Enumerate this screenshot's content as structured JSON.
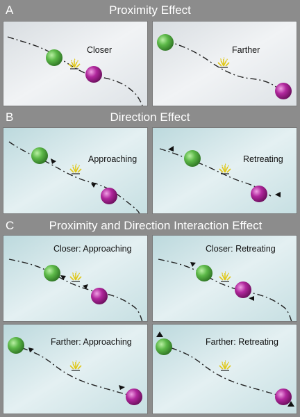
{
  "colors": {
    "header_band": "#8c8c8c",
    "panel_gray": "#e6eaed",
    "panel_teal": "#d5e8ea",
    "green_sphere": "#5cb848",
    "magenta_sphere": "#b0279c",
    "spark": "#e6d020"
  },
  "sections": {
    "a": {
      "letter": "A",
      "title": "Proximity Effect"
    },
    "b": {
      "letter": "B",
      "title": "Direction Effect"
    },
    "c": {
      "letter": "C",
      "title": "Proximity and Direction Interaction Effect"
    }
  },
  "panels": {
    "a1": {
      "label": "Closer"
    },
    "a2": {
      "label": "Farther"
    },
    "b1": {
      "label": "Approaching"
    },
    "b2": {
      "label": "Retreating"
    },
    "c1": {
      "label": "Closer: Approaching"
    },
    "c2": {
      "label": "Closer: Retreating"
    },
    "c3": {
      "label": "Farther: Approaching"
    },
    "c4": {
      "label": "Farther: Retreating"
    }
  },
  "icons": [
    "green-sphere-icon",
    "magenta-sphere-icon",
    "spark-icon",
    "arrowhead-icon"
  ]
}
